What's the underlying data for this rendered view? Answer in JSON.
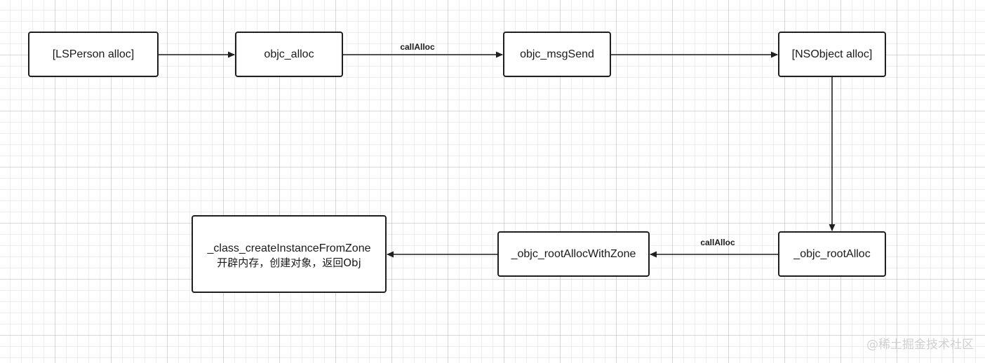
{
  "nodes": {
    "ls_person_alloc": "[LSPerson alloc]",
    "objc_alloc": "objc_alloc",
    "objc_msgsend": "objc_msgSend",
    "nsobject_alloc": "[NSObject alloc]",
    "objc_rootalloc": "_objc_rootAlloc",
    "objc_rootallocwithzone": "_objc_rootAllocWithZone",
    "class_create_line1": "_class_createInstanceFromZone",
    "class_create_line2": "开辟内存，创建对象，返回Obj"
  },
  "edge_labels": {
    "top_callalloc": "callAlloc",
    "bottom_callalloc": "callAlloc"
  },
  "watermark": "@稀土掘金技术社区",
  "colors": {
    "stroke": "#1f1f1f",
    "grid_major": "#d6d6d6",
    "grid_minor": "#eeeeee"
  }
}
